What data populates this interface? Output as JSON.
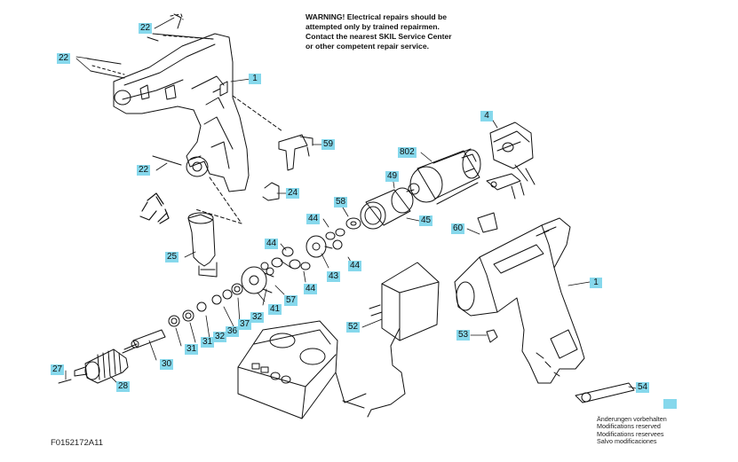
{
  "warning": [
    "WARNING! Electrical repairs should be",
    "attempted only by trained repairmen.",
    "Contact the nearest SKIL Service Center",
    "or other competent repair service."
  ],
  "modifications": [
    "Änderungen vorbehalten",
    "Modifications reserved",
    "Modifications reservees",
    "Salvo modificaciones"
  ],
  "drawing_code": "F0152172A11",
  "part_labels": [
    "22",
    "22",
    "1",
    "59",
    "22",
    "24",
    "802",
    "4",
    "49",
    "58",
    "44",
    "45",
    "60",
    "44",
    "44",
    "25",
    "43",
    "44",
    "57",
    "1",
    "37",
    "32",
    "41",
    "36",
    "52",
    "53",
    "31",
    "32",
    "31",
    "30",
    "27",
    "28",
    "54"
  ],
  "colors": {
    "label_fill": "#86d8ec",
    "line": "#111111"
  }
}
